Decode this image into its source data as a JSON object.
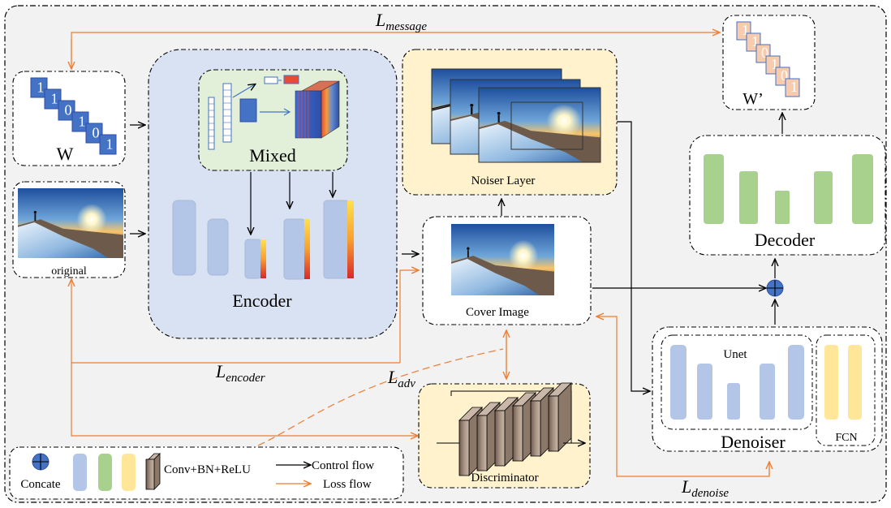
{
  "labels": {
    "l_message": "L",
    "l_message_sub": "message",
    "l_encoder": "L",
    "l_encoder_sub": "encoder",
    "l_adv": "L",
    "l_adv_sub": "adv",
    "l_denoise": "L",
    "l_denoise_sub": "denoise",
    "w": "W",
    "w_prime": "W’",
    "original": "original",
    "mixed": "Mixed",
    "encoder": "Encoder",
    "noiser_layer": "Noiser Layer",
    "cover_image": "Cover Image",
    "decoder": "Decoder",
    "unet": "Unet",
    "denoiser": "Denoiser",
    "fcn": "FCN",
    "discriminator": "Discriminator"
  },
  "message_bits": [
    "1",
    "1",
    "0",
    "1",
    "0",
    "1"
  ],
  "legend": {
    "concate": "Concate",
    "conv": "Conv+BN+ReLU",
    "control_flow": "Control flow",
    "loss_flow": "Loss flow"
  },
  "colors": {
    "loss": "#ED7D31",
    "control": "#000000",
    "blue_block": "#B4C6E7",
    "green_block": "#A9D18E",
    "yellow_block": "#FFE699",
    "encoder_bg": "#D9E2F3",
    "mixed_bg": "#E2F0D9",
    "noiser_bg": "#FFF2CC",
    "disc_bg": "#FFF2CC",
    "bit_blue": "#4472C4",
    "bit_orange": "#F8CBAD"
  }
}
